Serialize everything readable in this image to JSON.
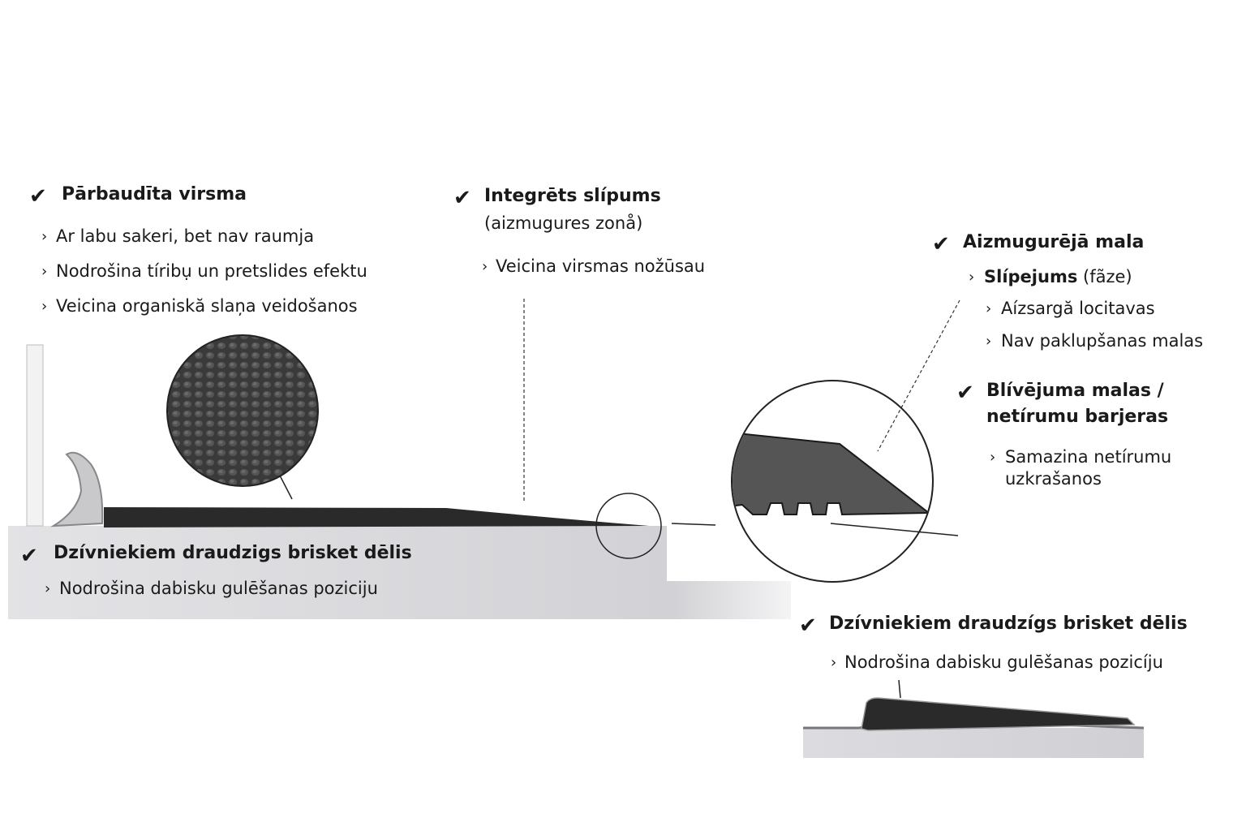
{
  "surface": {
    "title": "Pārbaudīta virsma",
    "bullets": [
      "Ar labu sakeri, bet nav raumja",
      "Nodrošina tíribụ un pretslides efektu",
      "Veicina organiskă slaņa veidošanos"
    ]
  },
  "slope": {
    "title": "Integrēts slípums",
    "subtitle": "(aizmugures zonå)",
    "bullets": [
      "Veicina virsmas nožūsau"
    ]
  },
  "rear_edge": {
    "title": "Aizmugurējā mala",
    "sub_title_bold": "Slípejums",
    "sub_title_rest": "(fãze)",
    "bullets": [
      "Aízsargă locitavas",
      "Nav paklupšanas malas"
    ]
  },
  "seal": {
    "title_line1": "Blívējuma malas /",
    "title_line2": "netírumu barjeras",
    "bullet_line1": "Samazina netírumu",
    "bullet_line2": "uzkrašanos"
  },
  "brisket_left": {
    "title": "Dzívniekiem draudzigs brisket dēlis",
    "bullet": "Nodrošina dabisku gulēšanas poziciju"
  },
  "brisket_right": {
    "title": "Dzívniekiem draudzígs brisket dēlis",
    "bullet": "Nodrošina dabisku gulēšanas pozicíju"
  },
  "icons": {
    "check": "✔",
    "caret": "›"
  },
  "colors": {
    "mat": "#2a2a2a",
    "floor": "#d6d6da",
    "text": "#1a1a1a"
  }
}
